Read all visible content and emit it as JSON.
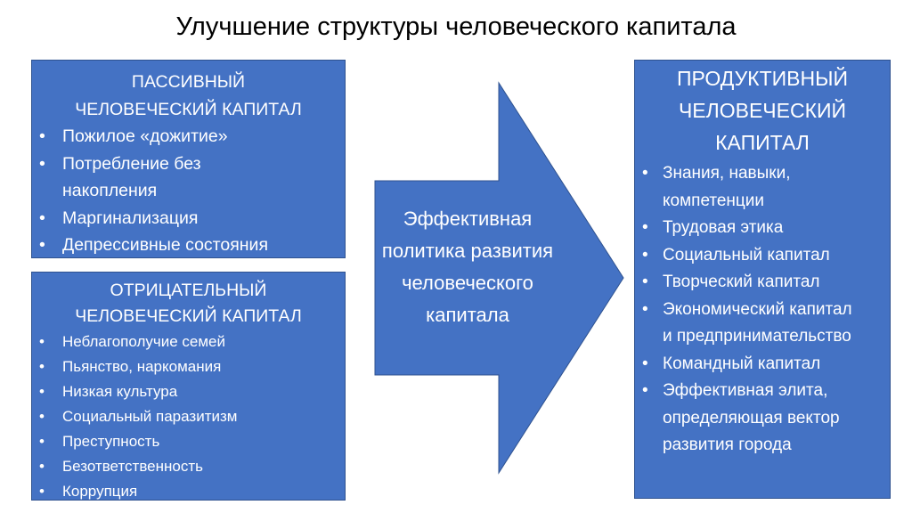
{
  "title": "Улучшение структуры человеческого капитала",
  "colors": {
    "box_fill": "#4472C4",
    "box_border": "#2F528F"
  },
  "passive": {
    "heading": "ПАССИВНЫЙ ЧЕЛОВЕЧЕСКИЙ КАПИТАЛ",
    "items": [
      "Пожилое «дожитие»",
      "Потребление без накопления",
      "Маргинализация",
      "Депрессивные состояния"
    ]
  },
  "negative": {
    "heading": "ОТРИЦАТЕЛЬНЫЙ ЧЕЛОВЕЧЕСКИЙ КАПИТАЛ",
    "items": [
      "Неблагополучие семей",
      "Пьянство, наркомания",
      "Низкая культура",
      "Социальный паразитизм",
      "Преступность",
      "Безответственность",
      "Коррупция"
    ]
  },
  "arrow": {
    "label": "Эффективная политика развития человеческого капитала"
  },
  "productive": {
    "heading": "ПРОДУКТИВНЫЙ ЧЕЛОВЕЧЕСКИЙ КАПИТАЛ",
    "items": [
      "Знания, навыки, компетенции",
      "Трудовая этика",
      "Социальный капитал",
      "Творческий капитал",
      "Экономический капитал и предпринимательство",
      "Командный капитал",
      "Эффективная элита, определяющая вектор развития города"
    ]
  }
}
